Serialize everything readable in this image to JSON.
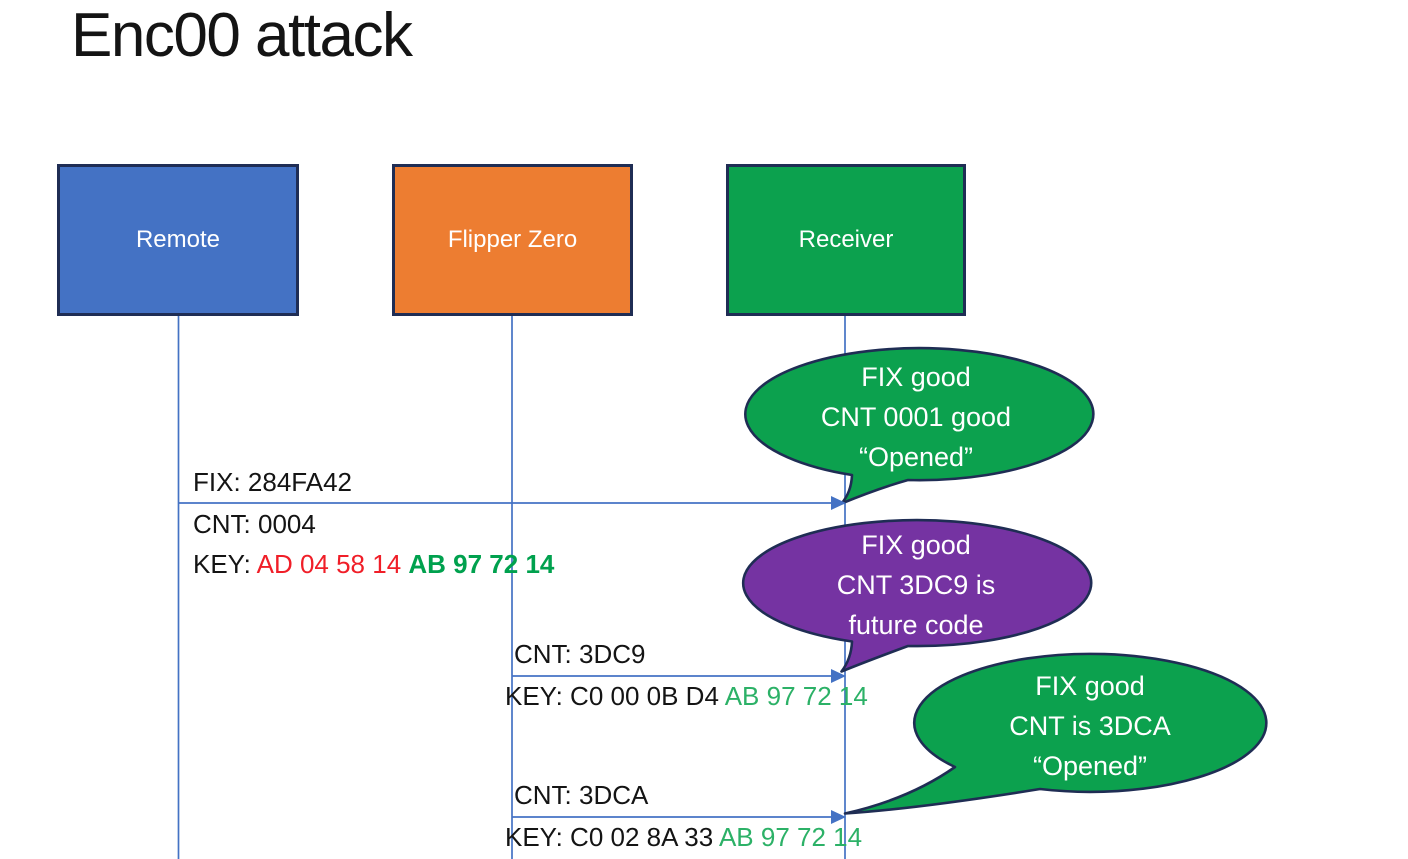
{
  "title": "Enc00 attack",
  "actors": {
    "remote": "Remote",
    "flipper": "Flipper Zero",
    "receiver": "Receiver"
  },
  "messages": {
    "m1": {
      "fix": "FIX: 284FA42",
      "cnt": "CNT: 0004",
      "key_label": "KEY: ",
      "key_rolling": "AD 04 58 14 ",
      "key_fixed": "AB 97 72 14"
    },
    "m2": {
      "cnt": "CNT: 3DC9",
      "key_label": "KEY: ",
      "key_rolling": "C0 00 0B D4 ",
      "key_fixed": "AB 97 72 14"
    },
    "m3": {
      "cnt": "CNT: 3DCA",
      "key_label": "KEY: ",
      "key_rolling": "C0 02 8A 33 ",
      "key_fixed": "AB 97 72 14"
    }
  },
  "callouts": {
    "c1": {
      "line1": "FIX good",
      "line2": "CNT 0001 good",
      "line3": "“Opened”"
    },
    "c2": {
      "line1": "FIX good",
      "line2": "CNT 3DC9 is",
      "line3": "future code"
    },
    "c3": {
      "line1": "FIX good",
      "line2": "CNT is 3DCA",
      "line3": "“Opened”"
    }
  },
  "colors": {
    "remote_box": "#4472C4",
    "flipper_box": "#ED7D31",
    "receiver_box": "#0CA14E",
    "callout_green": "#0CA14E",
    "callout_purple": "#7533A2",
    "line_blue": "#4472C4",
    "key_changed_red": "#F01E28",
    "key_fixed_green": "#2CB167",
    "key_fixed_green_bold": "#00A14E",
    "outline_navy": "#1F2D54"
  }
}
